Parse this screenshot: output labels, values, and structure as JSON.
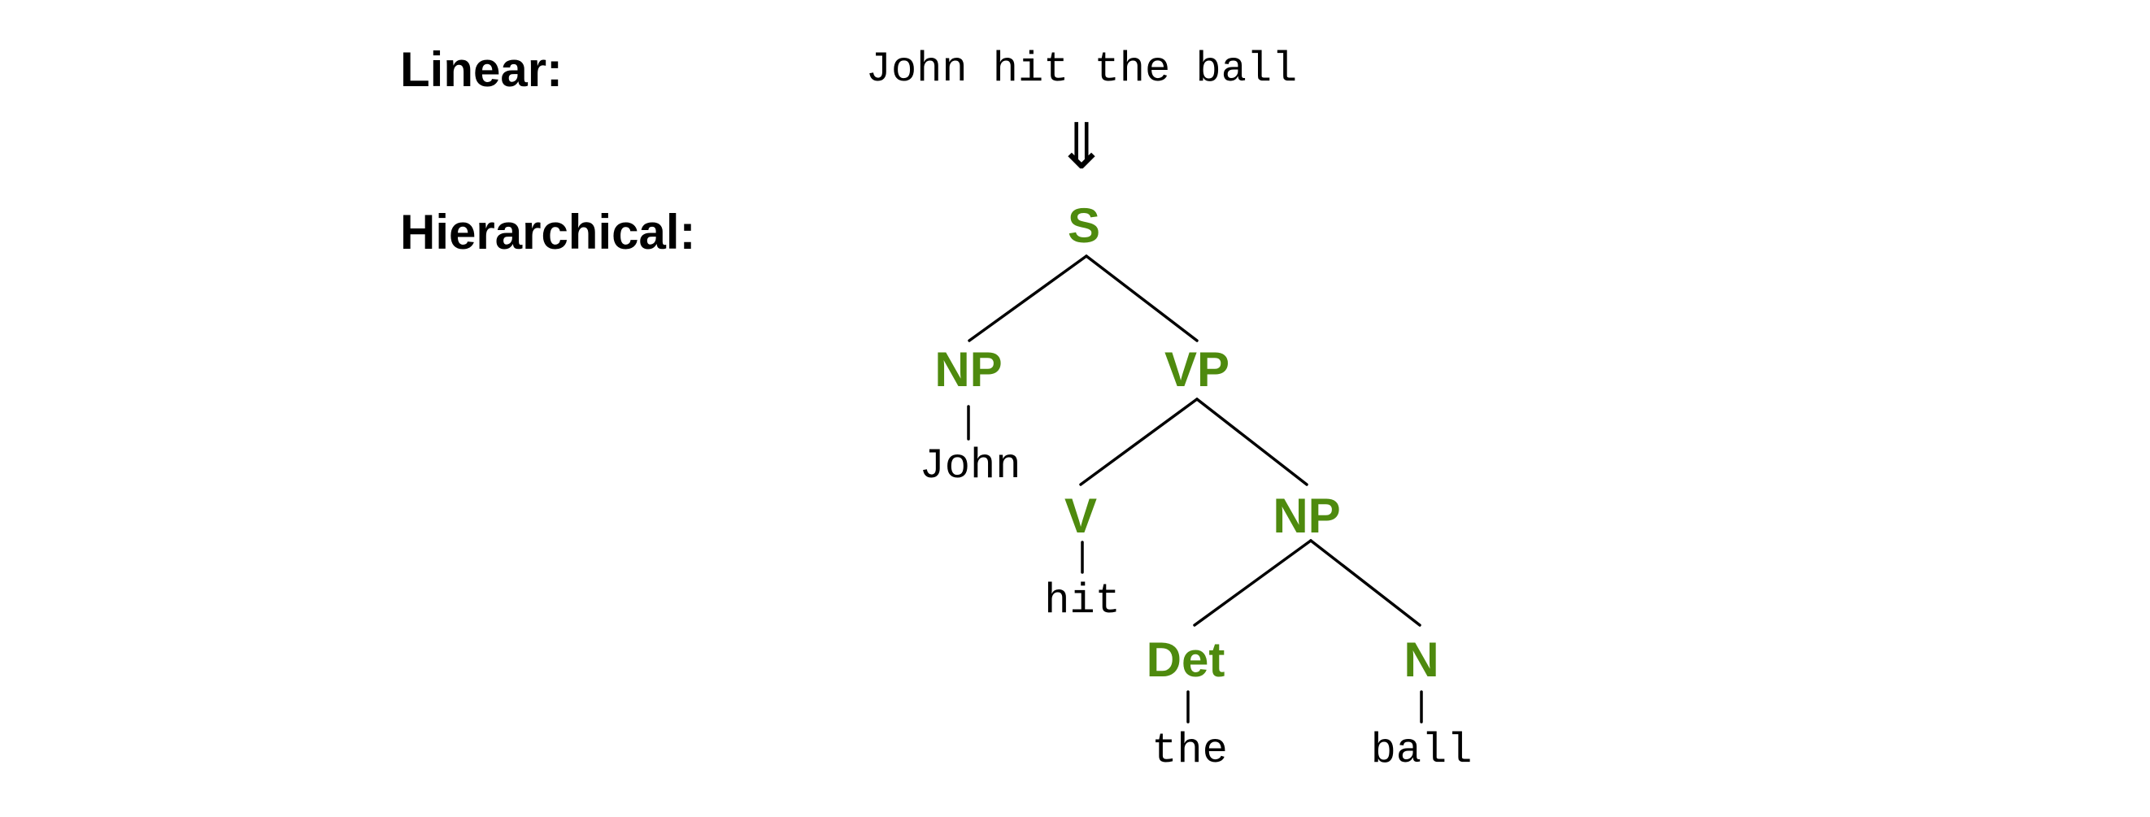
{
  "labels": {
    "linear": "Linear:",
    "hierarchical": "Hierarchical:"
  },
  "linear_sentence": "John hit the ball",
  "arrow_glyph": "⇓",
  "colors": {
    "category": "#4e8a0e",
    "word": "#000000"
  },
  "tree": {
    "s": "S",
    "np_subject": "NP",
    "vp": "VP",
    "word_john": "John",
    "v": "V",
    "np_object": "NP",
    "word_hit": "hit",
    "det": "Det",
    "n": "N",
    "word_the": "the",
    "word_ball": "ball"
  }
}
